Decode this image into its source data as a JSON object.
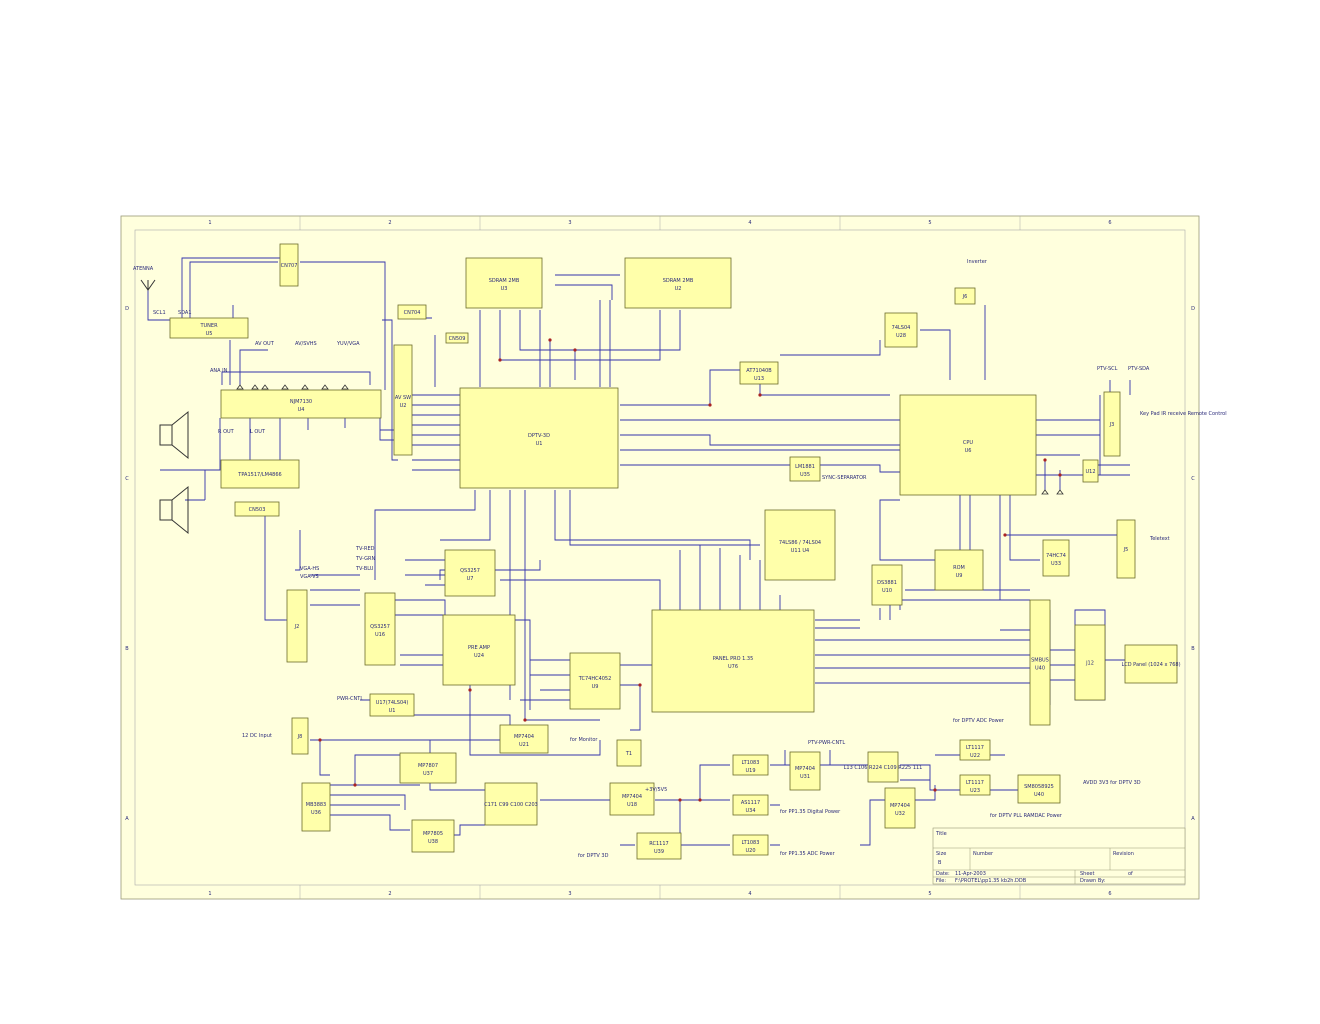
{
  "border": {
    "col_labels": [
      "1",
      "2",
      "3",
      "4",
      "5",
      "6"
    ],
    "row_labels": [
      "D",
      "C",
      "B",
      "A"
    ]
  },
  "blocks": [
    {
      "id": "tuner",
      "label": "TUNER",
      "sub": "U5"
    },
    {
      "id": "cn707",
      "label": "CN707"
    },
    {
      "id": "nj",
      "label": "NJM7130",
      "sub": "U4"
    },
    {
      "id": "tpa",
      "label": "TPA1517/LM4866",
      "sub": ""
    },
    {
      "id": "cn503",
      "label": "CN503"
    },
    {
      "id": "cn704",
      "label": "CN704"
    },
    {
      "id": "av",
      "label": "AV SW",
      "sub": "U2"
    },
    {
      "id": "cn509",
      "label": "CN509"
    },
    {
      "id": "u1sd",
      "label": "SDRAM 2MB",
      "sub": "U3"
    },
    {
      "id": "u2sd",
      "label": "SDRAM 2MB",
      "sub": "U2"
    },
    {
      "id": "dpvt",
      "label": "DPTV-3D",
      "sub": "U1"
    },
    {
      "id": "u13",
      "label": "AT71040B",
      "sub": "U13"
    },
    {
      "id": "u28",
      "label": "74LS04",
      "sub": "U28"
    },
    {
      "id": "u6",
      "label": "CPU",
      "sub": "U6"
    },
    {
      "id": "j6",
      "label": "J6"
    },
    {
      "id": "u35",
      "label": "LM1881",
      "sub": "U35"
    },
    {
      "id": "u9",
      "label": "ROM",
      "sub": "U9"
    },
    {
      "id": "u11",
      "label": "74LS86 / 74LS04",
      "sub": "U11 U4"
    },
    {
      "id": "u10",
      "label": "DS3881",
      "sub": "U10"
    },
    {
      "id": "j3",
      "label": "J3"
    },
    {
      "id": "u12",
      "label": "U12"
    },
    {
      "id": "u33",
      "label": "74HC74",
      "sub": "U33"
    },
    {
      "id": "j5",
      "label": "J5"
    },
    {
      "id": "u7",
      "label": "QS3257",
      "sub": "U7"
    },
    {
      "id": "u16",
      "label": "QS3257",
      "sub": "U16"
    },
    {
      "id": "j2",
      "label": "J2"
    },
    {
      "id": "u24",
      "label": "PRE AMP",
      "sub": "U24"
    },
    {
      "id": "u9b",
      "label": "TC74HC4052",
      "sub": "U9"
    },
    {
      "id": "u76",
      "label": "PANEL PRO 1.35",
      "sub": "U76"
    },
    {
      "id": "sm",
      "label": "SMBUS",
      "sub": "U40"
    },
    {
      "id": "j12",
      "label": "J12"
    },
    {
      "id": "lcd",
      "label": "LCD Panel (1024 x 768)"
    },
    {
      "id": "u17",
      "label": "U17(74LS04)",
      "sub": "U1"
    },
    {
      "id": "j8",
      "label": "J8"
    },
    {
      "id": "u21",
      "label": "MP7404",
      "sub": "U21"
    },
    {
      "id": "t1",
      "label": "T1"
    },
    {
      "id": "u37",
      "label": "MP7807",
      "sub": "U37"
    },
    {
      "id": "u36",
      "label": "MB3883",
      "sub": "U36"
    },
    {
      "id": "u38",
      "label": "MP7805",
      "sub": "U38"
    },
    {
      "id": "cap",
      "label": "C171 C99 C100 C203"
    },
    {
      "id": "u18",
      "label": "MP7404",
      "sub": "U18"
    },
    {
      "id": "u39",
      "label": "RC1117",
      "sub": "U39"
    },
    {
      "id": "u19",
      "label": "LT1083",
      "sub": "U19"
    },
    {
      "id": "u31",
      "label": "MP7404",
      "sub": "U31"
    },
    {
      "id": "u34",
      "label": "AS1117",
      "sub": "U34"
    },
    {
      "id": "u20",
      "label": "LT1083",
      "sub": "U20"
    },
    {
      "id": "lc",
      "label": "L13 C106 R224 C109 R225 111"
    },
    {
      "id": "u32",
      "label": "MP7404",
      "sub": "U32"
    },
    {
      "id": "u22",
      "label": "LT1117",
      "sub": "U22"
    },
    {
      "id": "u23",
      "label": "LT1117",
      "sub": "U23"
    },
    {
      "id": "u40",
      "label": "SM8058925",
      "sub": "U40"
    }
  ],
  "labels": {
    "antenna": "ATENNA",
    "scl1": "SCL1",
    "sda1": "SDA1",
    "av_out": "AV OUT",
    "av_svhs": "AV/SVHS",
    "yuv_vga": "YUV/VGA",
    "ana_in": "ANA IN",
    "r_out": "R OUT",
    "l_out": "L OUT",
    "vga_hs": "VGA-HS",
    "vga_vs": "VGA-VS",
    "tv_red": "TV-RED",
    "tv_grn": "TV-GRN",
    "tv_blu": "TV-BLU",
    "dc_input": "12 DC Input",
    "for_monitor": "for Monitor",
    "pwr_cntl": "PWR-CNTL",
    "ptv_pwr_cntl": "PTV-PWR-CNTL",
    "inverter": "Inverter",
    "teletext": "Teletext",
    "key_pad": "Key Pad IR receive Remote Control",
    "ptv_scl": "PTV-SCL",
    "ptv_sda": "PTV-SDA",
    "sync_sep": "SYNC-SEPARATOR",
    "for_pp135_dig": "for PP1.35 Digital Power",
    "for_pp135_adc": "for PP1.35 ADC Power",
    "for_dptv3d": "for DPTV 3D",
    "for_dptv_adc": "for DPTV ADC Power",
    "for_dptv_pll": "for DPTV PLL RAMDAC Power",
    "for_dptv3d_adc": "AVDD 3V3 for DPTV 3D",
    "v5_3v5": "+3V/5V5"
  },
  "titleblock": {
    "title": "Title",
    "size_label": "Size",
    "size": "B",
    "number_label": "Number",
    "revision_label": "Revision",
    "date_label": "Date:",
    "date": "11-Apr-2003",
    "file_label": "File:",
    "file": "F:\\PROTEL\\pp1.35 kb2h.DDB",
    "sheet_label": "Sheet",
    "sheet_of": "of",
    "drawn_label": "Drawn By:"
  }
}
